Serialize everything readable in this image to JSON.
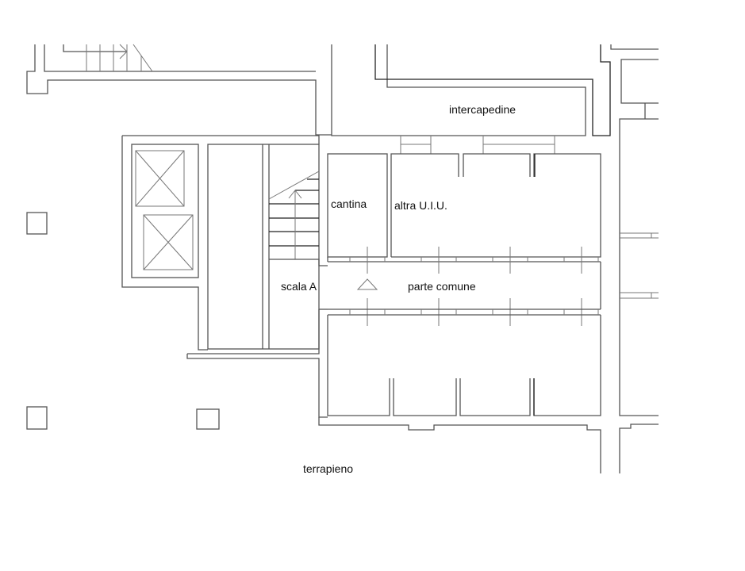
{
  "plan": {
    "labels": {
      "intercapedine": "intercapedine",
      "cantina": "cantina",
      "altra_uiu": "altra U.I.U.",
      "scala_a": "scala A",
      "parte_comune": "parte comune",
      "terrapieno": "terrapieno"
    },
    "symbols": {
      "elevator_count": 2,
      "column_count": 3,
      "orientation_marker": "triangle-up"
    },
    "colors": {
      "background": "#ffffff",
      "line": "#555555",
      "text": "#111111"
    }
  }
}
